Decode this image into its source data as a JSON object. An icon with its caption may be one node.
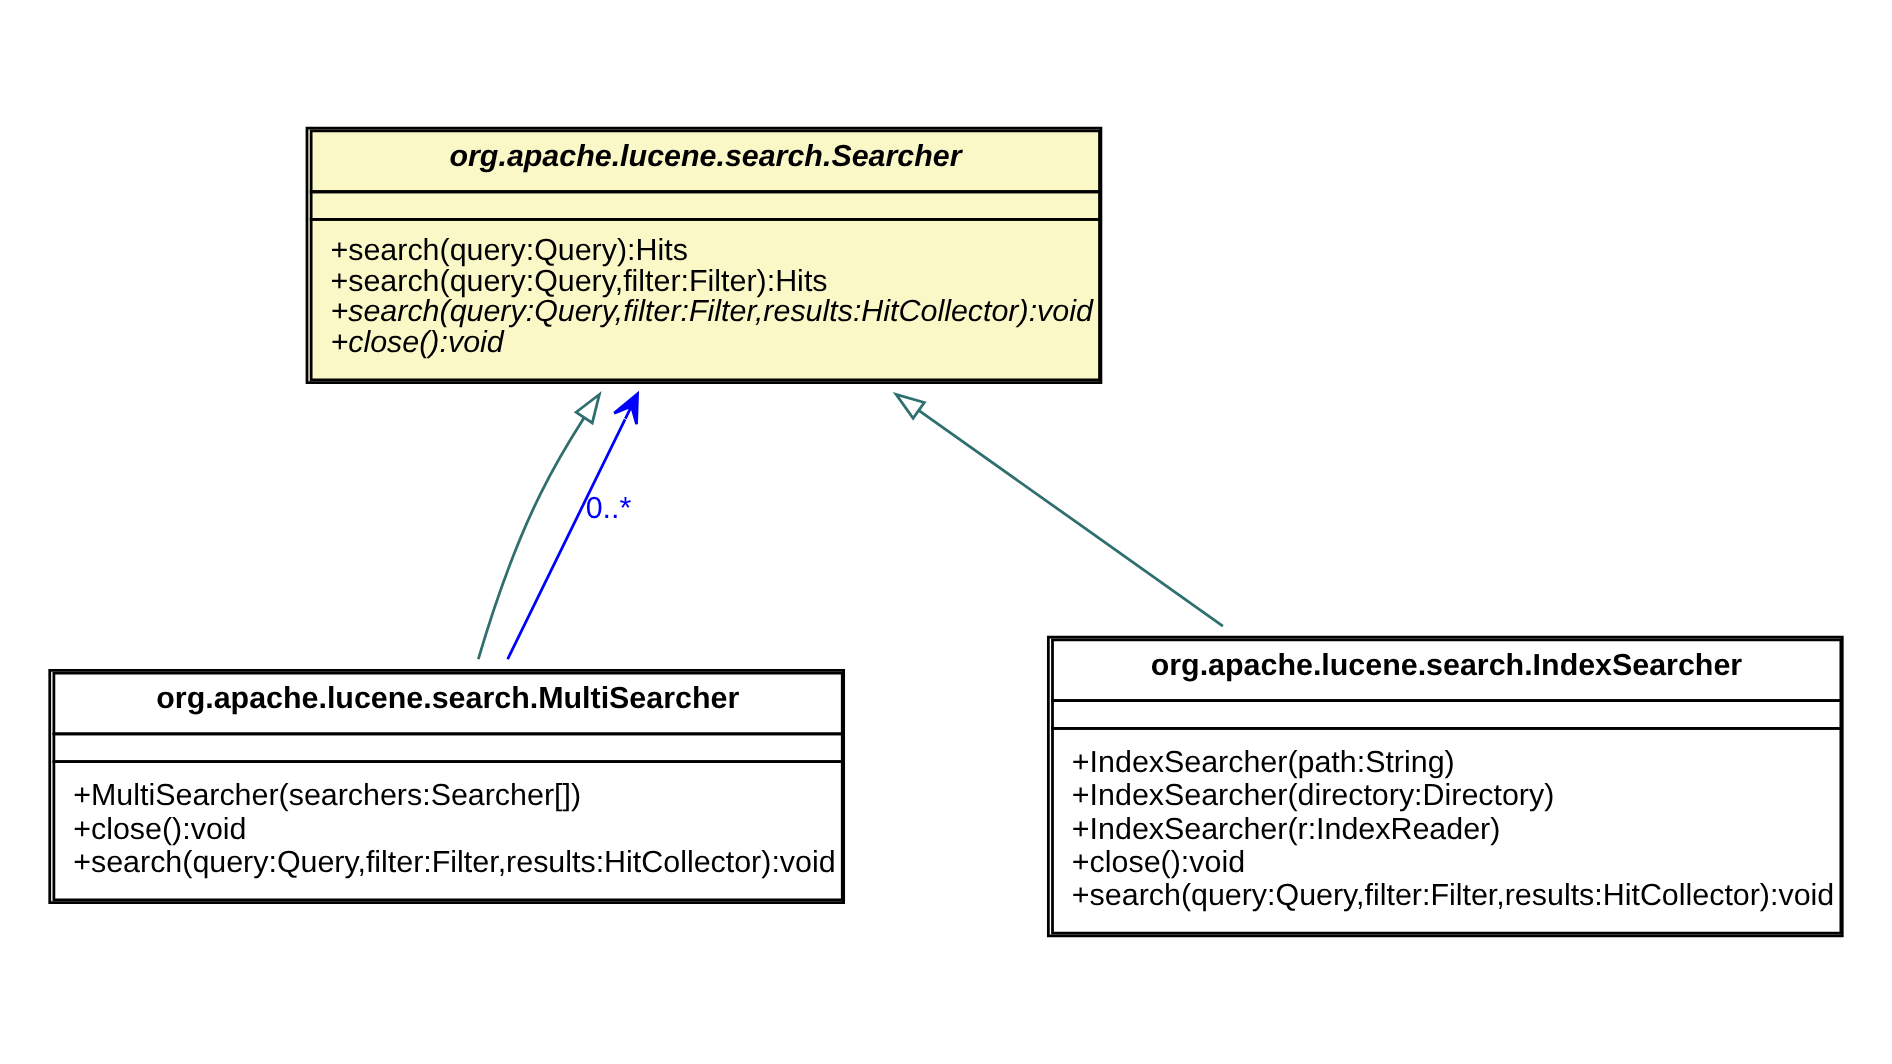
{
  "diagram": {
    "nodes": [
      {
        "text": [
          "org.apache.lucene.search.Searcher",
          "+search(query:Query):Hits",
          "+search(query:Query,filter:Filter):Hits",
          "+search(query:Query,filter:Filter,results:HitCollector):void",
          "+close():void"
        ]
      },
      {
        "text": [
          "org.apache.lucene.search.MultiSearcher",
          "+MultiSearcher(searchers:Searcher[])",
          "+close():void",
          "+search(query:Query,filter:Filter,results:HitCollector):void"
        ]
      },
      {
        "text": [
          "org.apache.lucene.search.IndexSearcher",
          "+IndexSearcher(path:String)",
          "+IndexSearcher(directory:Directory)",
          "+IndexSearcher(r:IndexReader)",
          "+close():void",
          "+search(query:Query,filter:Filter,results:HitCollector):void"
        ]
      }
    ],
    "edges": [
      {
        "from": 1,
        "to": 0,
        "arrow": "to"
      },
      {
        "from": 1,
        "to": 0,
        "arrow": "to",
        "label": "0..*",
        "color": "#0000ff"
      },
      {
        "from": 2,
        "to": 0,
        "arrow": "to"
      }
    ]
  }
}
